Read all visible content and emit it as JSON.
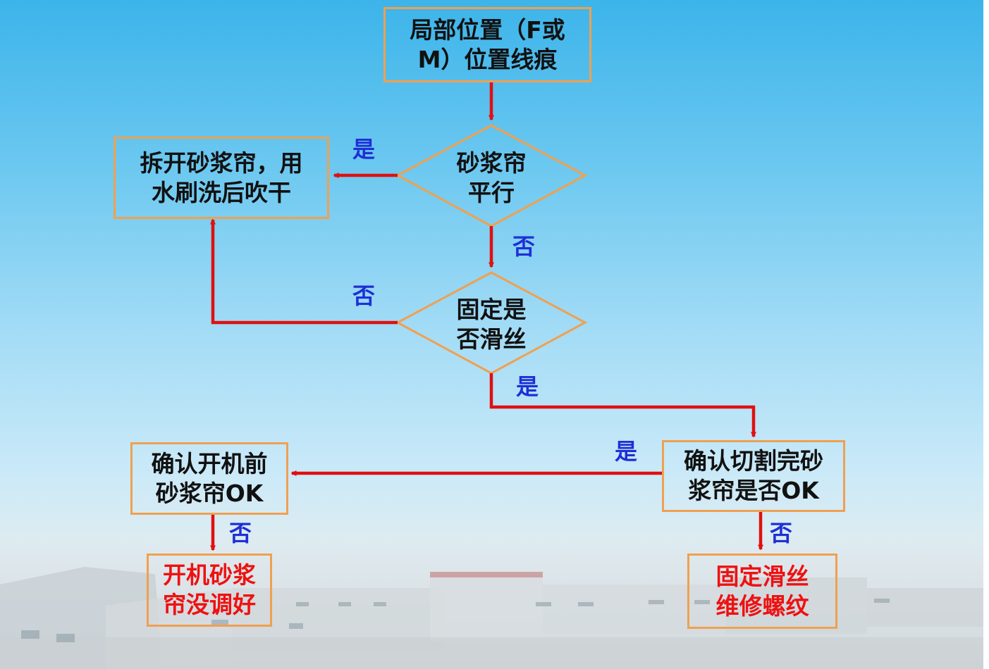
{
  "colors": {
    "box_border": "#f0a050",
    "arrow": "#e01010",
    "label": "#1f2fd6",
    "warning_text": "#ee1111"
  },
  "nodes": {
    "start": "局部位置（F或\nM）位置线痕",
    "decision_parallel": "砂浆帘\n平行",
    "action_clean": "拆开砂浆帘，用\n水刷洗后吹干",
    "decision_slip": "固定是\n否滑丝",
    "check_after_cut": "确认切割完砂\n浆帘是否OK",
    "check_before_start": "确认开机前\n砂浆帘OK",
    "result_not_adjusted": "开机砂浆\n帘没调好",
    "result_repair": "固定滑丝\n维修螺纹"
  },
  "labels": {
    "parallel_yes": "是",
    "parallel_no": "否",
    "slip_no": "否",
    "slip_yes": "是",
    "after_cut_yes": "是",
    "after_cut_no": "否",
    "before_start_no": "否"
  }
}
